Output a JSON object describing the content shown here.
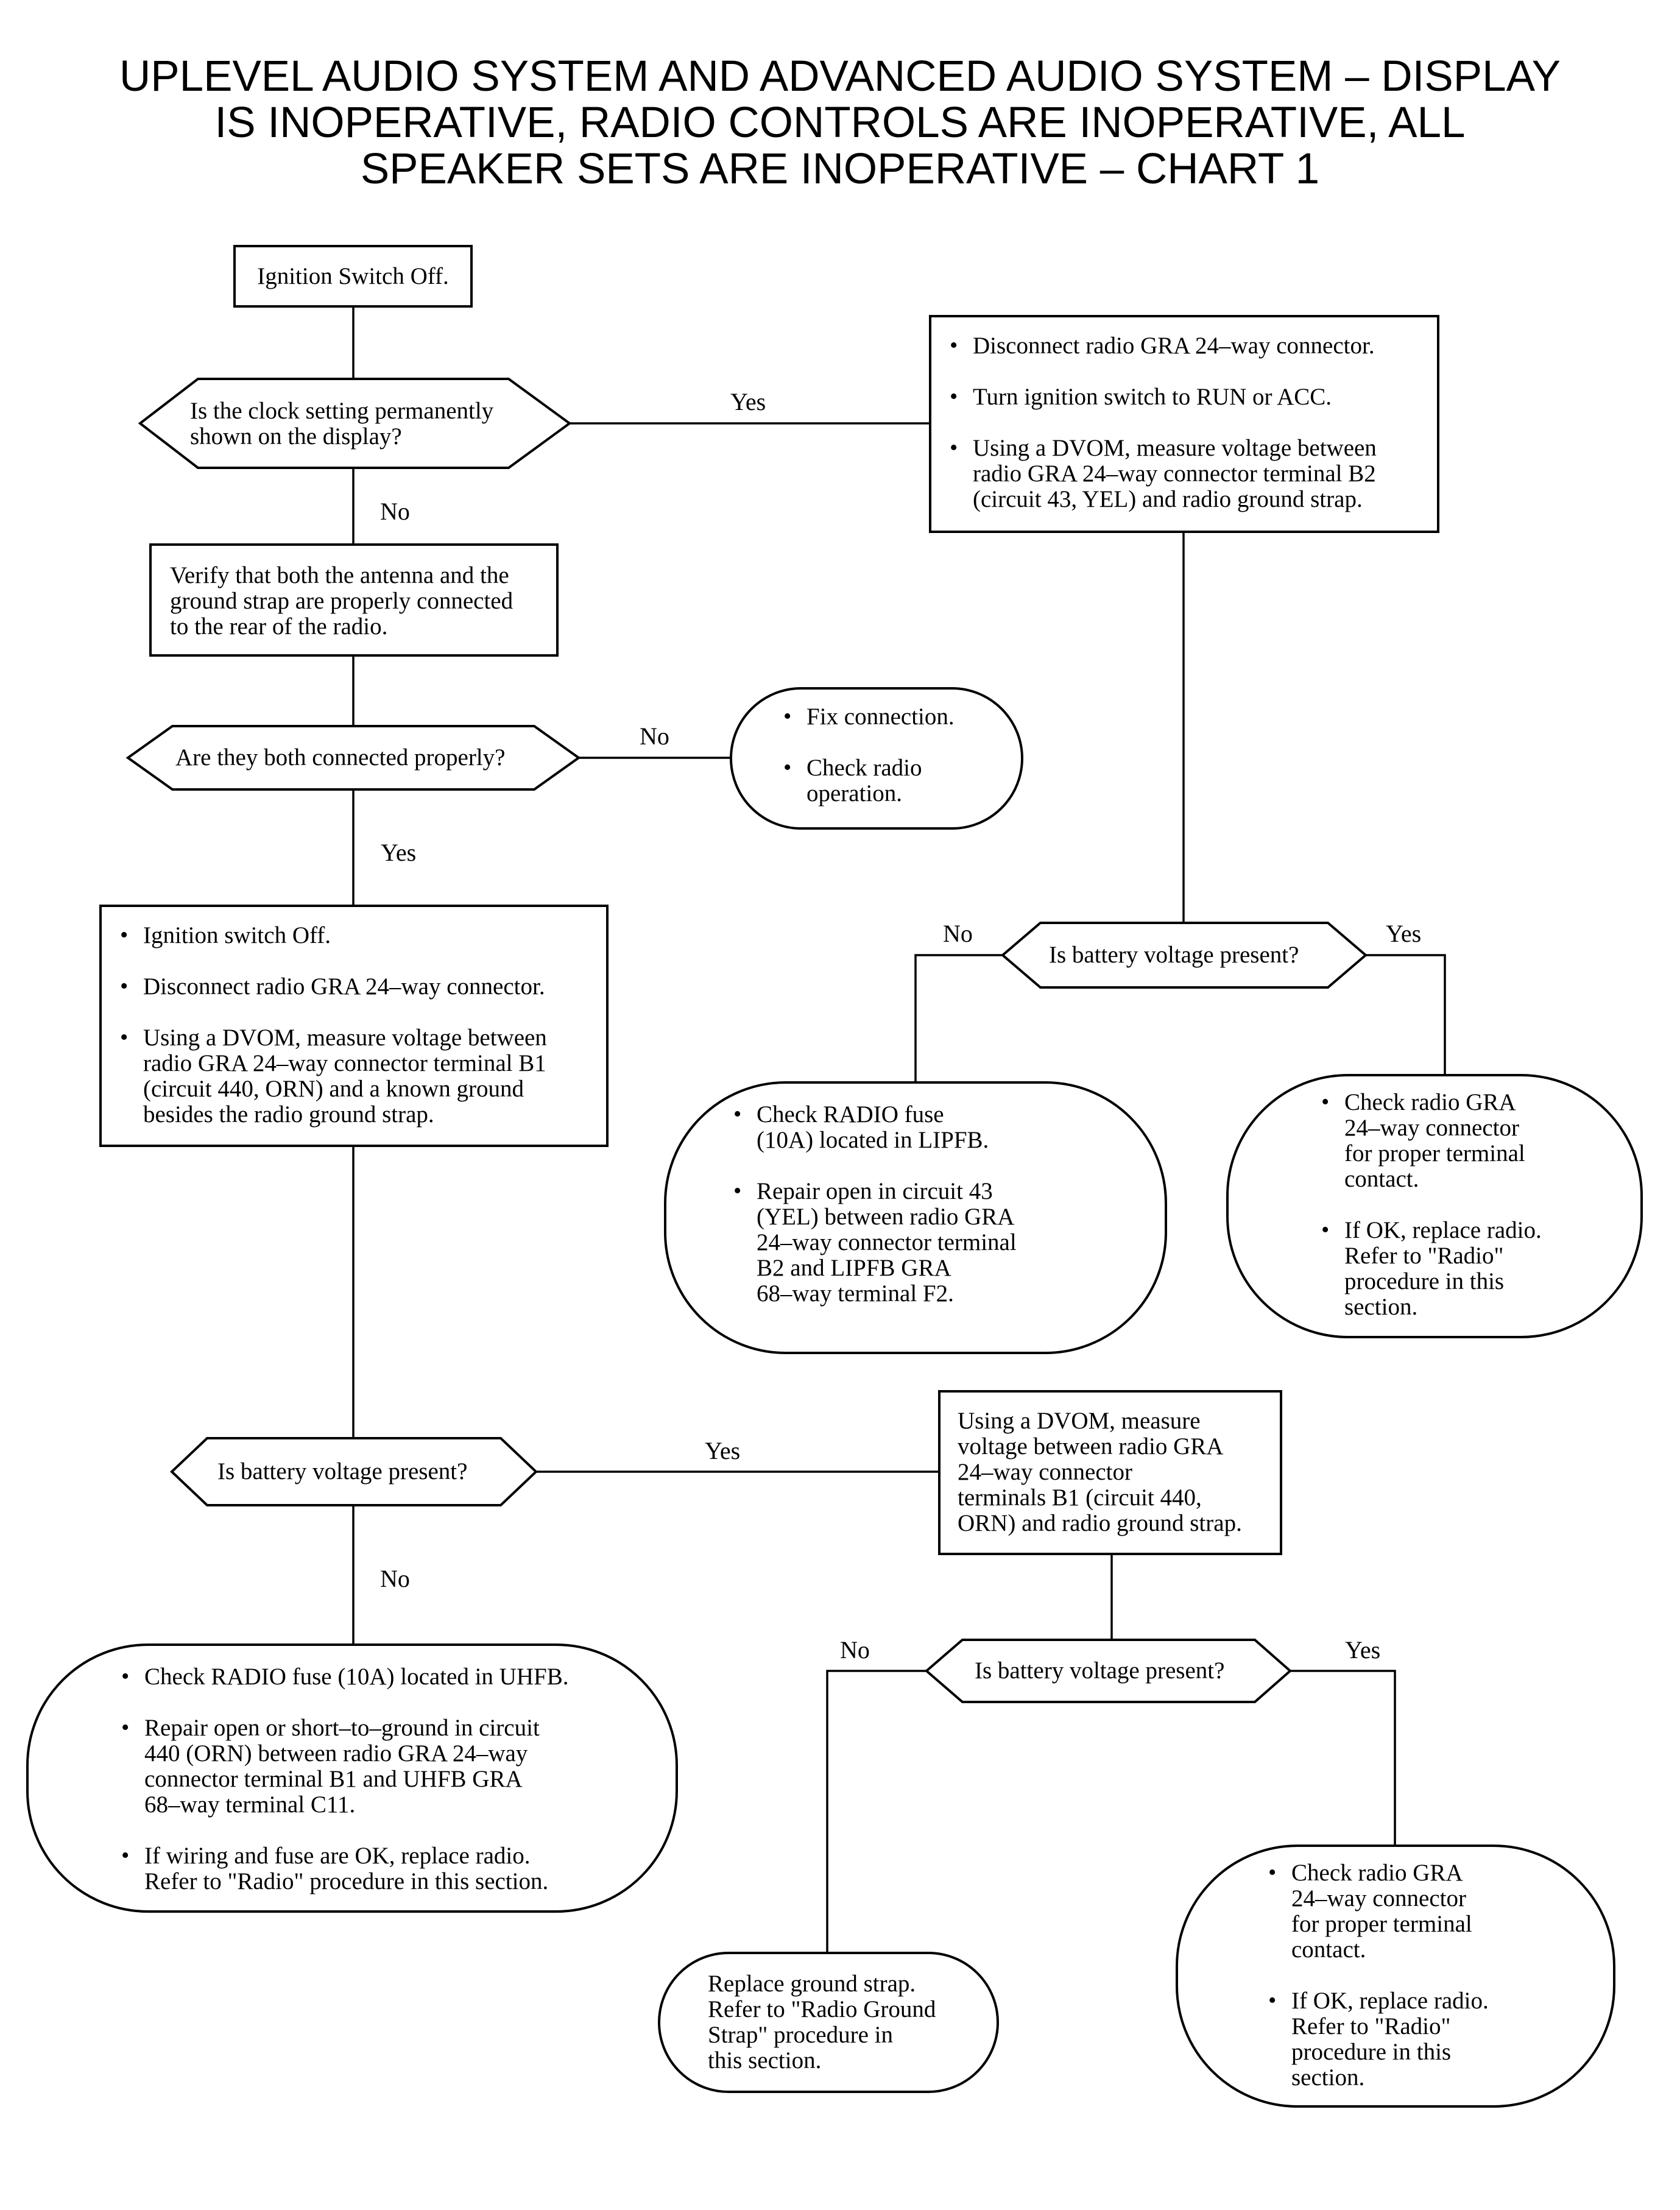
{
  "title": {
    "line1": "UPLEVEL AUDIO SYSTEM AND ADVANCED AUDIO SYSTEM – DISPLAY",
    "line2": "IS INOPERATIVE, RADIO CONTROLS ARE INOPERATIVE, ALL",
    "line3": "SPEAKER SETS ARE INOPERATIVE – CHART 1"
  },
  "steps": {
    "ignition_off": "Ignition Switch Off.",
    "clock_question": "Is the clock setting permanently\nshown on the display?",
    "verify_antenna": "Verify that both the antenna and the\nground strap are properly connected\nto the rear of the radio.",
    "connected_question": "Are they both connected properly?",
    "fix_connection": [
      "Fix connection.",
      "Check radio\noperation."
    ],
    "measure_b1": [
      "Ignition switch Off.",
      "Disconnect radio GRA 24–way connector.",
      "Using a DVOM, measure voltage between\nradio GRA 24–way connector terminal B1\n(circuit 440, ORN) and a known ground\nbesides the radio ground strap."
    ],
    "measure_b2": [
      "Disconnect radio GRA 24–way connector.",
      "Turn ignition switch to RUN or ACC.",
      "Using a DVOM, measure voltage between\nradio GRA 24–way connector terminal B2\n(circuit 43, YEL) and radio ground strap."
    ],
    "battery_question_right": "Is battery voltage present?",
    "check_lipfb": [
      "Check RADIO fuse\n(10A) located in LIPFB.",
      "Repair open in circuit 43\n(YEL) between radio GRA\n24–way connector terminal\nB2 and LIPFB GRA\n68–way terminal F2."
    ],
    "check_terminal_right": [
      "Check radio GRA\n24–way connector\nfor proper terminal\ncontact.",
      "If OK, replace radio.\nRefer to \"Radio\"\nprocedure in this\nsection."
    ],
    "battery_question_left": "Is battery voltage present?",
    "measure_ground_strap": "Using a DVOM, measure\nvoltage between radio GRA\n24–way connector\nterminals B1 (circuit 440,\nORN) and radio ground strap.",
    "check_uhfb": [
      "Check RADIO fuse (10A) located in UHFB.",
      "Repair open or short–to–ground in circuit\n440 (ORN) between radio GRA 24–way\nconnector terminal B1 and UHFB GRA\n68–way terminal C11.",
      "If wiring and fuse are OK, replace radio.\nRefer to \"Radio\" procedure in this section."
    ],
    "battery_question_bottom": "Is battery voltage present?",
    "replace_ground_strap": "Replace ground strap.\nRefer to \"Radio Ground\nStrap\" procedure in\nthis section.",
    "check_terminal_bottom": [
      "Check radio GRA\n24–way connector\nfor proper terminal\ncontact.",
      "If OK, replace radio.\nRefer to \"Radio\"\nprocedure in this\nsection."
    ]
  },
  "labels": {
    "clock_yes": "Yes",
    "clock_no": "No",
    "connected_no": "No",
    "connected_yes": "Yes",
    "right_no": "No",
    "right_yes": "Yes",
    "left_yes": "Yes",
    "left_no": "No",
    "bottom_no": "No",
    "bottom_yes": "Yes"
  }
}
